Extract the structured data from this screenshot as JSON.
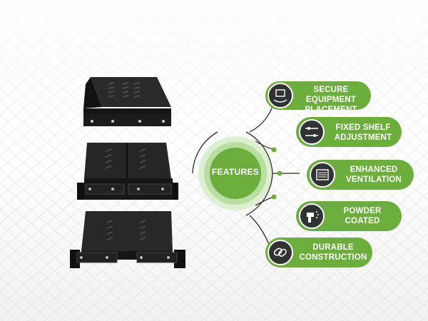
{
  "center_label": "FEATURES",
  "features": [
    {
      "label": "SECURE\nEQUIPMENT\nPLACEMENT",
      "icon": "secure-box-hand-icon"
    },
    {
      "label": "FIXED SHELF\nADJUSTMENT",
      "icon": "adjustment-sliders-icon"
    },
    {
      "label": "ENHANCED\nVENTILATION",
      "icon": "ventilation-grille-icon"
    },
    {
      "label": "POWDER\nCOATED",
      "icon": "spray-gun-icon"
    },
    {
      "label": "DURABLE\nCONSTRUCTION",
      "icon": "chain-link-icon"
    }
  ],
  "colors": {
    "green": "#6cae3c",
    "dark_icon": "#2f3433",
    "shelf": "#1c1c1c"
  }
}
